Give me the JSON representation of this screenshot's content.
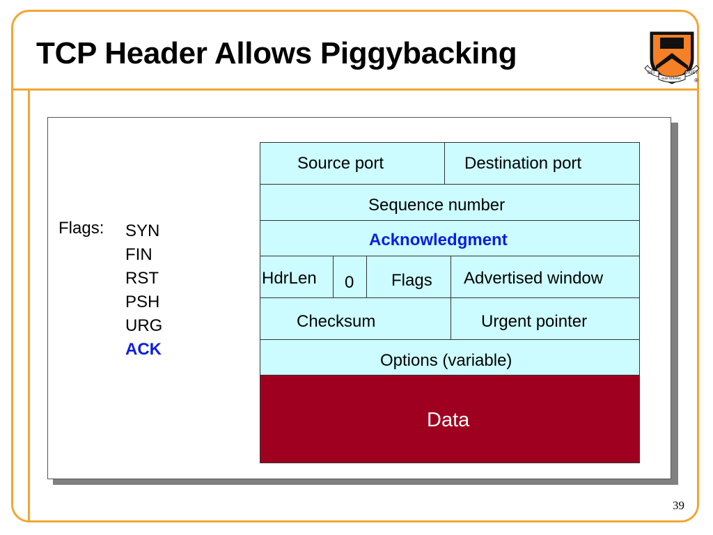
{
  "slide": {
    "title": "TCP Header Allows Piggybacking",
    "page_number": "39",
    "logo": {
      "icon": "princeton-shield-icon",
      "motto_left": "DEI",
      "motto_center": "SUB NUMINE",
      "motto_right": "VIGET",
      "registered": "®"
    }
  },
  "flags": {
    "label": "Flags:",
    "items": [
      "SYN",
      "FIN",
      "RST",
      "PSH",
      "URG",
      "ACK"
    ],
    "highlighted": "ACK"
  },
  "header": {
    "source_port": "Source port",
    "destination_port": "Destination port",
    "sequence_number": "Sequence number",
    "acknowledgment": "Acknowledgment",
    "hdrlen": "HdrLen",
    "reserved": "0",
    "flags": "Flags",
    "advertised_window": "Advertised window",
    "checksum": "Checksum",
    "urgent_pointer": "Urgent pointer",
    "options": "Options (variable)",
    "data": "Data"
  },
  "colors": {
    "frame": "#f4a531",
    "field_fill": "#ccfcff",
    "data_fill": "#a0001f",
    "highlight_text": "#0a1ee0",
    "logo_orange": "#f58025",
    "logo_black": "#111111"
  }
}
